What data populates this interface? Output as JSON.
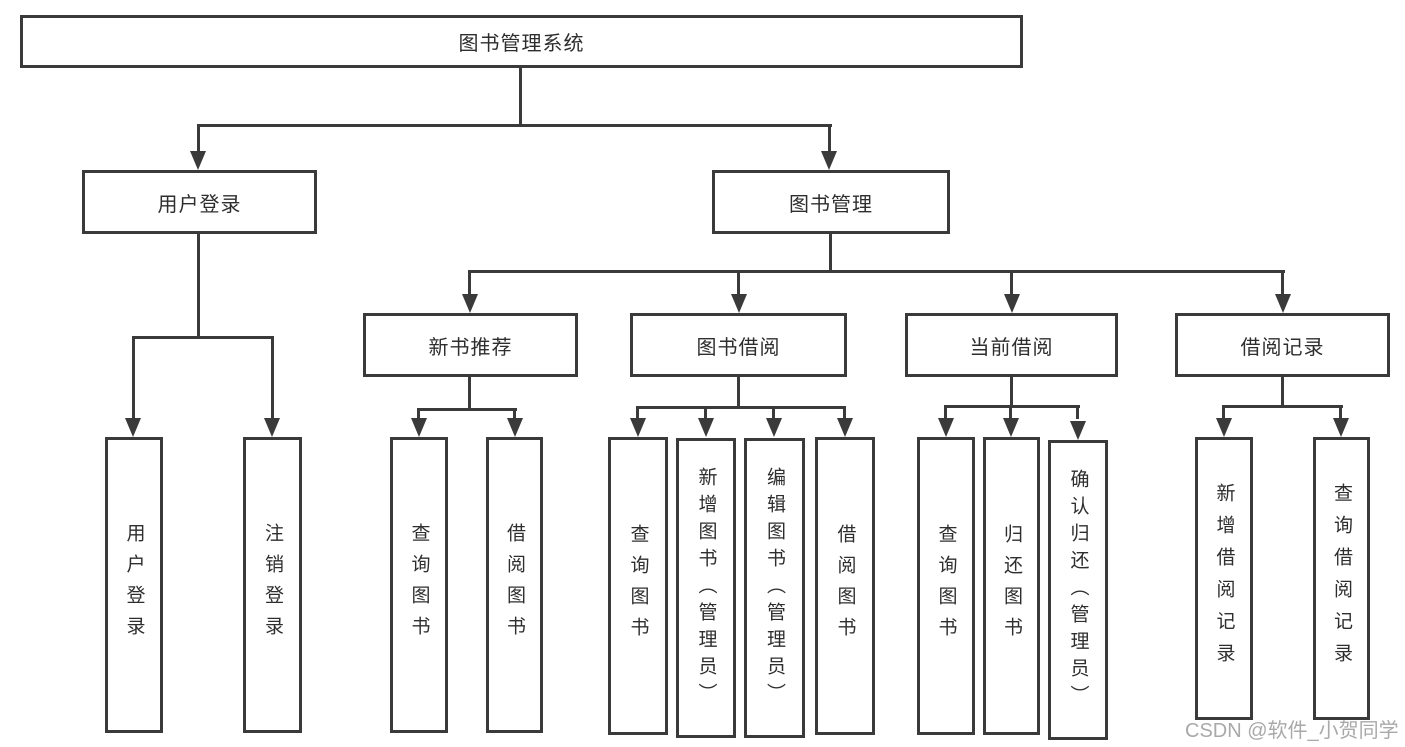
{
  "colors": {
    "line": "#3a3a3a",
    "box_fill": "#ffffff",
    "text": "#2e2e2e",
    "watermark": "#a9a9a9",
    "background": "#ffffff"
  },
  "tree": {
    "root": {
      "label": "图书管理系统"
    },
    "user_login": {
      "label": "用户登录",
      "children": [
        {
          "label": "用户登录"
        },
        {
          "label": "注销登录"
        }
      ]
    },
    "book_mgmt": {
      "label": "图书管理",
      "children": [
        {
          "label": "新书推荐",
          "children": [
            {
              "label": "查询图书"
            },
            {
              "label": "借阅图书"
            }
          ]
        },
        {
          "label": "图书借阅",
          "children": [
            {
              "label": "查询图书"
            },
            {
              "label": "新增图书（管理员）"
            },
            {
              "label": "编辑图书（管理员）"
            },
            {
              "label": "借阅图书"
            }
          ]
        },
        {
          "label": "当前借阅",
          "children": [
            {
              "label": "查询图书"
            },
            {
              "label": "归还图书"
            },
            {
              "label": "确认归还（管理员）"
            }
          ]
        },
        {
          "label": "借阅记录",
          "children": [
            {
              "label": "新增借阅记录"
            },
            {
              "label": "查询借阅记录"
            }
          ]
        }
      ]
    }
  },
  "watermark": {
    "text": "CSDN @软件_小贺同学"
  }
}
